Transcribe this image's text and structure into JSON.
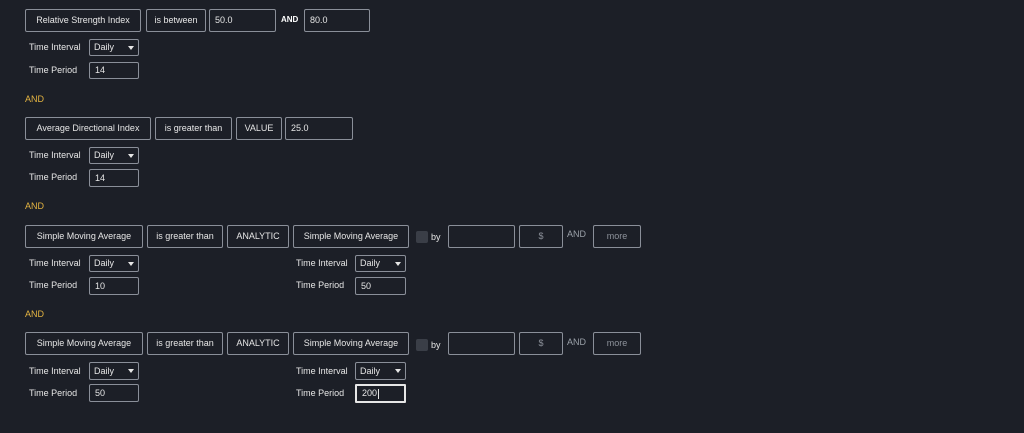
{
  "join_label": "AND",
  "and_small": "AND",
  "caret_icon": "chevron-down-icon",
  "cond1": {
    "indicator": "Relative Strength Index",
    "operator": "is between",
    "value_low": "50.0",
    "between_and": "AND",
    "value_high": "80.0",
    "interval_label": "Time Interval",
    "interval": "Daily",
    "period_label": "Time Period",
    "period": "14"
  },
  "cond2": {
    "indicator": "Average Directional Index",
    "operator": "is greater than",
    "mode": "VALUE",
    "value": "25.0",
    "interval_label": "Time Interval",
    "interval": "Daily",
    "period_label": "Time Period",
    "period": "14"
  },
  "cond3": {
    "indicator": "Simple Moving Average",
    "operator": "is greater than",
    "mode": "ANALYTIC",
    "compare_indicator": "Simple Moving Average",
    "by_label": "by",
    "by_value": "",
    "dollar_placeholder": "$",
    "and_label": "AND",
    "more_placeholder": "more",
    "interval_label": "Time Interval",
    "interval": "Daily",
    "period_label": "Time Period",
    "period": "10",
    "compare_interval": "Daily",
    "compare_period": "50"
  },
  "cond4": {
    "indicator": "Simple Moving Average",
    "operator": "is greater than",
    "mode": "ANALYTIC",
    "compare_indicator": "Simple Moving Average",
    "by_label": "by",
    "by_value": "",
    "dollar_placeholder": "$",
    "and_label": "AND",
    "more_placeholder": "more",
    "interval_label": "Time Interval",
    "interval": "Daily",
    "period_label": "Time Period",
    "period": "50",
    "compare_interval": "Daily",
    "compare_period": "200"
  }
}
